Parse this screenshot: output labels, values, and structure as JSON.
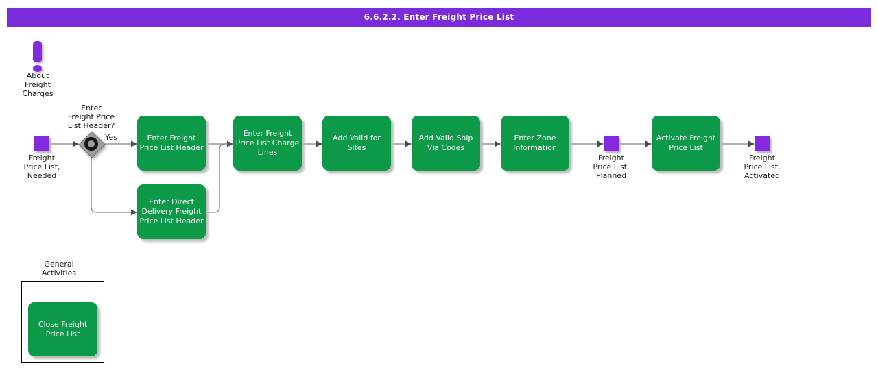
{
  "title": "6.6.2.2. Enter Freight Price List",
  "colors": {
    "header_purple": "#7B2BDC",
    "node_purple": "#8428E2",
    "task_green": "#0D9A48",
    "line_gray": "#808080",
    "arrow_gray": "#4D4D4D"
  },
  "about_note": {
    "label": "About\nFreight\nCharges"
  },
  "flow": {
    "start_state": {
      "label": "Freight\nPrice List,\nNeeded"
    },
    "decision": {
      "question": "Enter\nFreight Price\nList Header?",
      "yes_label": "Yes"
    },
    "tasks": {
      "enter_header": "Enter Freight\nPrice List Header",
      "enter_direct_delivery_header": "Enter Direct\nDelivery Freight\nPrice List Header",
      "enter_charge_lines": "Enter Freight\nPrice List Charge\nLines",
      "add_valid_sites": "Add Valid for\nSites",
      "add_valid_ship_via": "Add Valid Ship\nVia Codes",
      "enter_zone_info": "Enter Zone\nInformation",
      "activate": "Activate Freight\nPrice List"
    },
    "planned_state": {
      "label": "Freight\nPrice List,\nPlanned"
    },
    "activated_state": {
      "label": "Freight\nPrice List,\nActivated"
    }
  },
  "general_activities": {
    "label": "General\nActivities",
    "tasks": {
      "close": "Close Freight\nPrice List"
    }
  }
}
